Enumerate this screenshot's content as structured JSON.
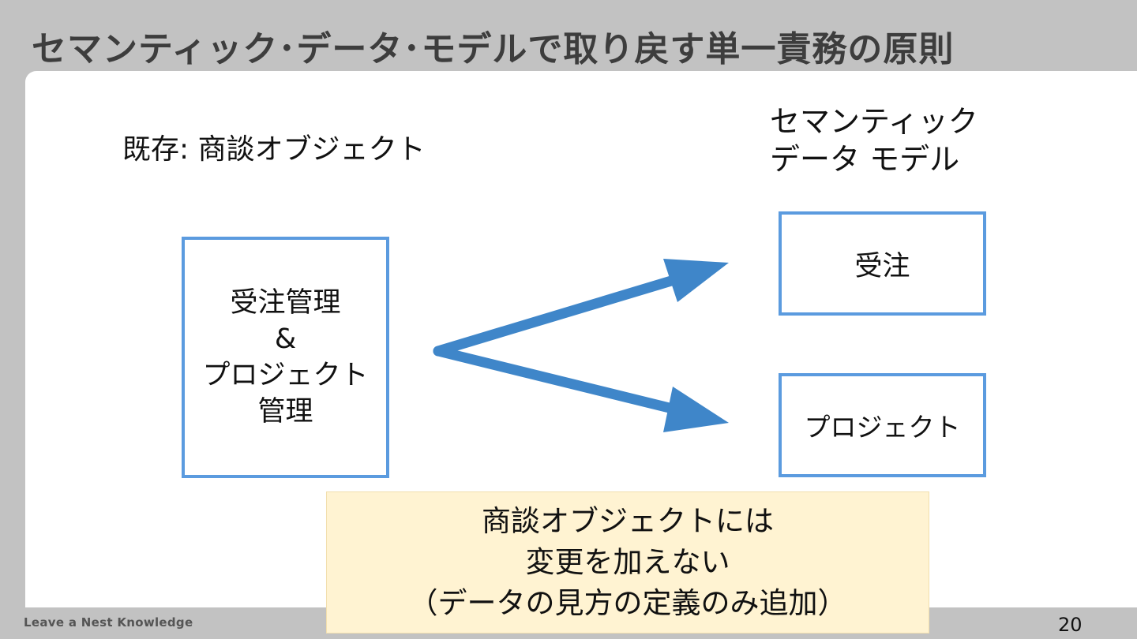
{
  "title": "セマンティック･データ･モデルで取り戻す単一責務の原則",
  "existing_label": "既存: 商談オブジェクト",
  "semantic_heading": {
    "line1": "セマンティック",
    "line2": "データ モデル"
  },
  "source_box": {
    "line1": "受注管理",
    "line2": "&",
    "line3": "プロジェクト",
    "line4": "管理"
  },
  "target_boxes": {
    "order": "受注",
    "project": "プロジェクト"
  },
  "note": {
    "line1": "商談オブジェクトには",
    "line2": "変更を加えない",
    "line3": "（データの見方の定義のみ追加）"
  },
  "footer": {
    "brand": "Leave a Nest Knowledge",
    "page_number": "20"
  },
  "colors": {
    "header_background": "#c2c2c2",
    "box_border": "#5b9bdf",
    "arrow": "#3f86c9",
    "note_background": "#fff3d2"
  }
}
